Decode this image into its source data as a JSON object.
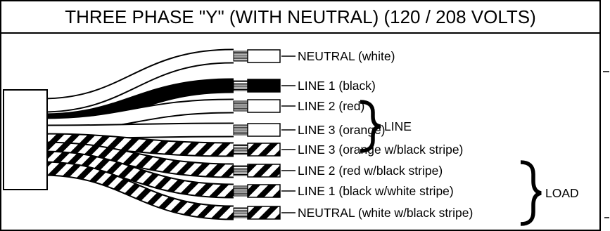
{
  "title": "THREE PHASE \"Y\" (WITH NEUTRAL) (120 / 208 VOLTS)",
  "wires": [
    {
      "label": "NEUTRAL (white)",
      "color": "#ffffff",
      "stripe": "none"
    },
    {
      "label": "LINE 1 (black)",
      "color": "#000000",
      "stripe": "none"
    },
    {
      "label": "LINE 2 (red)",
      "color": "#ffffff",
      "stripe": "none"
    },
    {
      "label": "LINE 3 (orange)",
      "color": "#ffffff",
      "stripe": "none"
    },
    {
      "label": "LINE 3 (orange w/black stripe)",
      "color": "#ffffff",
      "stripe": "black"
    },
    {
      "label": "LINE 2 (red w/black stripe)",
      "color": "#ffffff",
      "stripe": "black"
    },
    {
      "label": "LINE 1 (black w/white stripe)",
      "color": "#000000",
      "stripe": "white"
    },
    {
      "label": "NEUTRAL (white w/black stripe)",
      "color": "#ffffff",
      "stripe": "black"
    }
  ],
  "groups": {
    "line": "LINE",
    "load": "LOAD"
  }
}
